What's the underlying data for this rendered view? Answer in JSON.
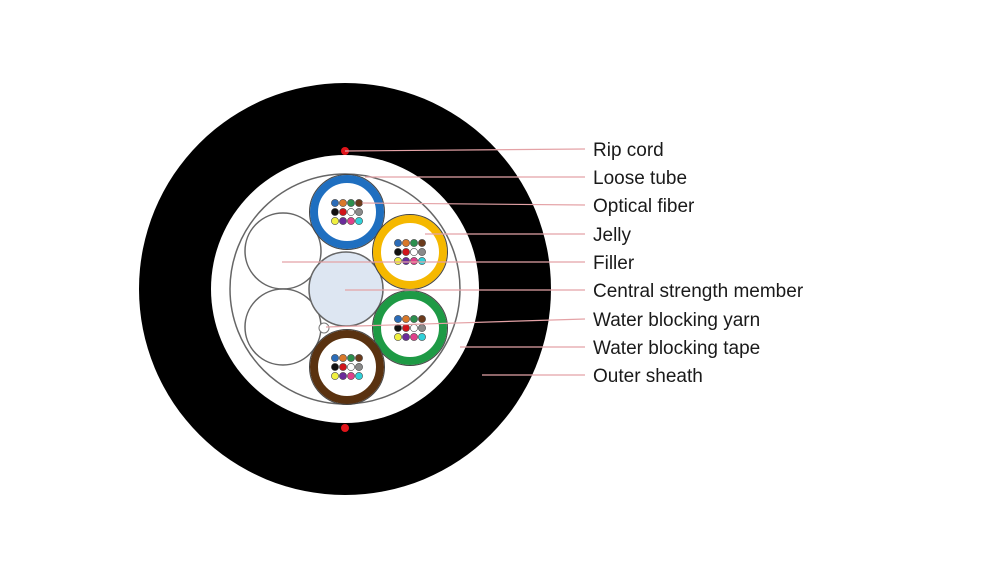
{
  "diagram": {
    "title": "Optical fiber cable cross-section",
    "labels": [
      {
        "id": "rip-cord",
        "text": "Rip cord"
      },
      {
        "id": "loose-tube",
        "text": "Loose tube"
      },
      {
        "id": "optical-fiber",
        "text": "Optical fiber"
      },
      {
        "id": "jelly",
        "text": "Jelly"
      },
      {
        "id": "filler",
        "text": "Filler"
      },
      {
        "id": "central-strength-member",
        "text": "Central strength member"
      },
      {
        "id": "water-blocking-yarn",
        "text": "Water blocking yarn"
      },
      {
        "id": "water-blocking-tape",
        "text": "Water blocking tape"
      },
      {
        "id": "outer-sheath",
        "text": "Outer sheath"
      }
    ],
    "tube_colors": [
      "#1f6fc0",
      "#f5b800",
      "#1e9a45",
      "#5a3210"
    ],
    "fiber_colors": [
      "#2b6cb8",
      "#d9782a",
      "#2c8f4e",
      "#6b3b1c",
      "#111111",
      "#d0141a",
      "#ffffff",
      "#8a8a8a",
      "#f0f040",
      "#6a2c9a",
      "#e0408a",
      "#30d0d8"
    ],
    "colors": {
      "sheath": "#000000",
      "rip_cord": "#e0141a",
      "strength_member": "#dde6f2",
      "leader": "#e4a2a6"
    }
  }
}
